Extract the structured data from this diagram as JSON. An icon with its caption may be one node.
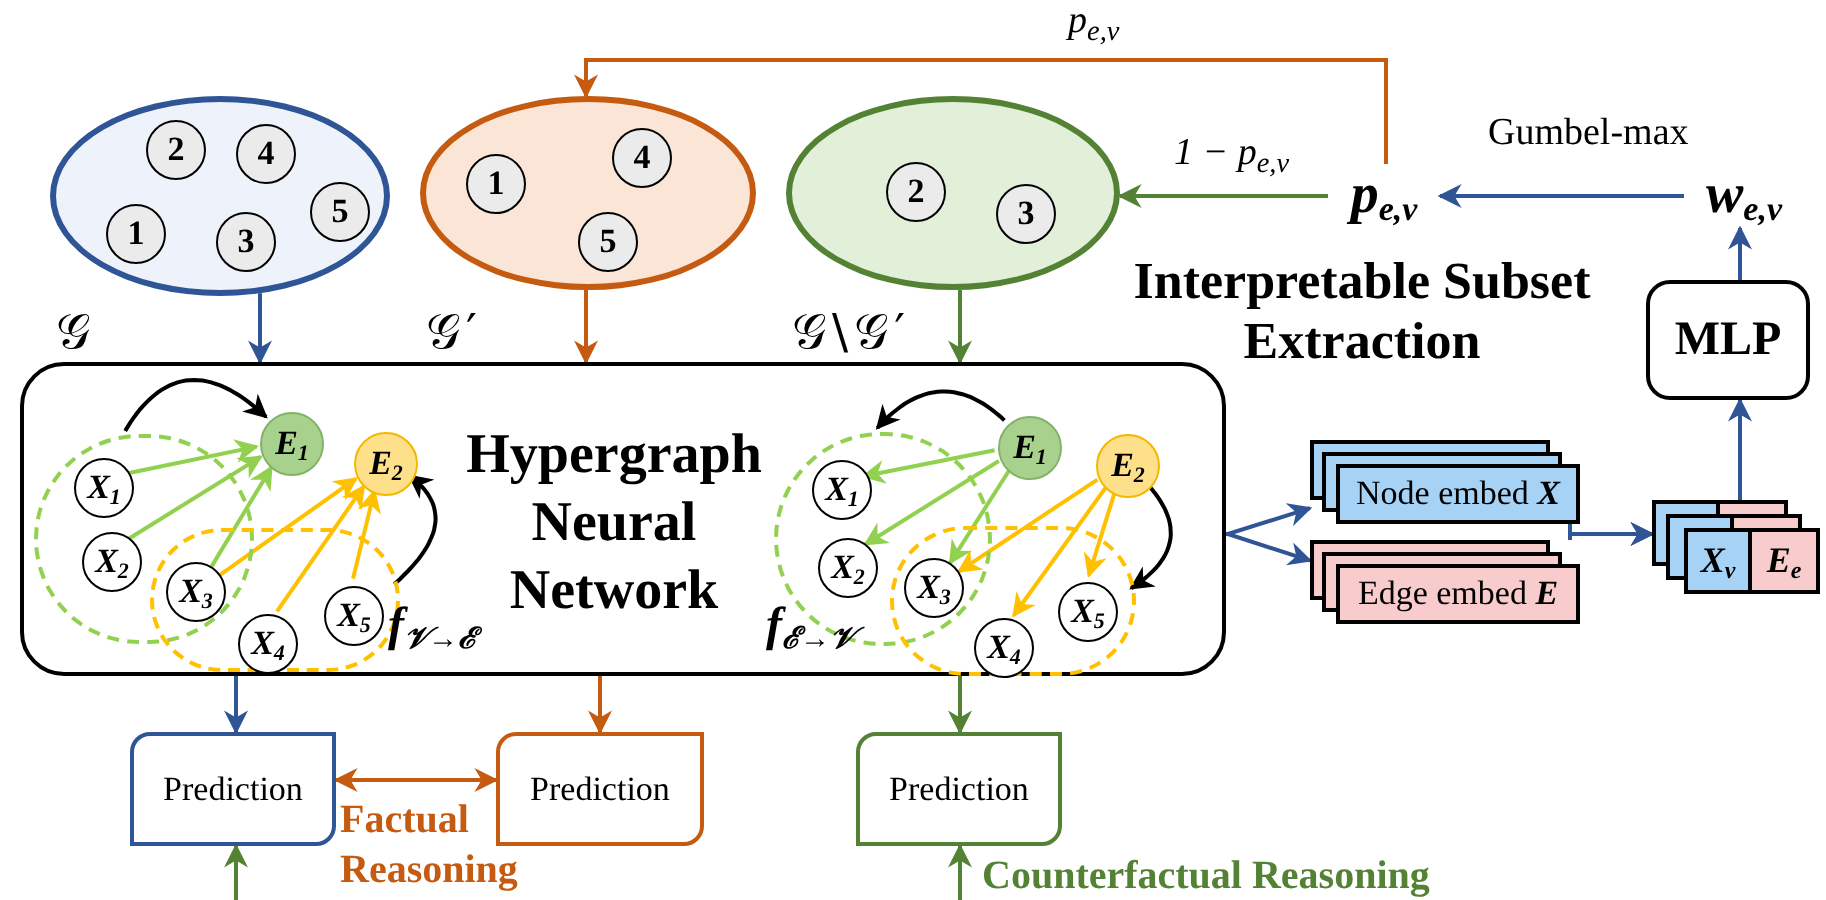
{
  "diagram": {
    "nodes": [
      {
        "text": [
          "𝒢"
        ]
      },
      {
        "text": [
          "2"
        ],
        "in": 0
      },
      {
        "text": [
          "4"
        ],
        "in": 0
      },
      {
        "text": [
          "1"
        ],
        "in": 0
      },
      {
        "text": [
          "3"
        ],
        "in": 0
      },
      {
        "text": [
          "5"
        ],
        "in": 0
      },
      {
        "text": [
          "𝒢′"
        ]
      },
      {
        "text": [
          "1"
        ],
        "in": 6
      },
      {
        "text": [
          "4"
        ],
        "in": 6
      },
      {
        "text": [
          "5"
        ],
        "in": 6
      },
      {
        "text": [
          "𝒢\\𝒢′"
        ]
      },
      {
        "text": [
          "2"
        ],
        "in": 10
      },
      {
        "text": [
          "3"
        ],
        "in": 10
      },
      {
        "text": [
          "p$_{e,v}$"
        ]
      },
      {
        "text": [
          "w$_{e,v}$"
        ]
      },
      {
        "text": [
          "MLP"
        ]
      },
      {
        "text": [
          "Hypergraph Neural Network"
        ]
      },
      {
        "text": [],
        "shape": "ellipse",
        "in": 16
      },
      {
        "text": [],
        "shape": "ellipse",
        "in": 16
      },
      {
        "text": [
          "X$_{1}$"
        ],
        "in": 17
      },
      {
        "text": [
          "X$_{2}$"
        ],
        "in": 17
      },
      {
        "text": [
          "X$_{3}$"
        ]
      },
      {
        "text": [
          "X$_{4}$"
        ],
        "in": 18
      },
      {
        "text": [
          "X$_{5}$"
        ],
        "in": 18
      },
      {
        "text": [
          "E$_{1}$"
        ],
        "in": 16
      },
      {
        "text": [
          "E$_{2}$"
        ],
        "in": 16
      },
      {
        "text": [],
        "shape": "ellipse",
        "in": 16
      },
      {
        "text": [],
        "shape": "ellipse",
        "in": 16
      },
      {
        "text": [
          "X$_{1}$"
        ],
        "in": 26
      },
      {
        "text": [
          "X$_{2}$"
        ],
        "in": 26
      },
      {
        "text": [
          "X$_{3}$"
        ]
      },
      {
        "text": [
          "X$_{4}$"
        ],
        "in": 27
      },
      {
        "text": [
          "X$_{5}$"
        ],
        "in": 27
      },
      {
        "text": [
          "E$_{1}$"
        ],
        "in": 16
      },
      {
        "text": [
          "E$_{2}$"
        ],
        "in": 16
      },
      {
        "text": [
          "Node embed **X**"
        ]
      },
      {
        "text": [
          "Edge embed **E**"
        ]
      },
      {
        "text": [
          "X$_{v}$",
          "E$_{e}$"
        ]
      },
      {
        "text": [
          "Prediction"
        ]
      },
      {
        "text": [
          "Prediction"
        ]
      },
      {
        "text": [
          "Prediction"
        ]
      }
    ],
    "edges": [
      {
        "from": 0,
        "to": 16,
        "arrow": "to",
        "color": "#2f5597"
      },
      {
        "from": 6,
        "to": 16,
        "arrow": "to",
        "color": "#c55a11"
      },
      {
        "from": 10,
        "to": 16,
        "arrow": "to",
        "color": "#548235"
      },
      {
        "from": 16,
        "to": 38,
        "arrow": "to",
        "color": "#2f5597"
      },
      {
        "from": 16,
        "to": 39,
        "arrow": "to",
        "color": "#c55a11"
      },
      {
        "from": 16,
        "to": 40,
        "arrow": "to",
        "color": "#548235"
      },
      {
        "from": 13,
        "to": 6,
        "arrow": "to",
        "label": "p$_{e,v}$",
        "color": "#c55a11"
      },
      {
        "from": 13,
        "to": 10,
        "arrow": "to",
        "label": "1 − p$_{e,v}$",
        "color": "#548235"
      },
      {
        "from": 14,
        "to": 13,
        "arrow": "to",
        "label": "Gumbel-max",
        "color": "#2f5597"
      },
      {
        "from": 15,
        "to": 14,
        "arrow": "to",
        "color": "#2f5597"
      },
      {
        "from": 16,
        "to": 35,
        "arrow": "to",
        "color": "#2f5597"
      },
      {
        "from": 16,
        "to": 36,
        "arrow": "to",
        "color": "#2f5597"
      },
      {
        "from": 35,
        "to": 37,
        "arrow": "to",
        "color": "#2f5597"
      },
      {
        "from": 36,
        "to": 37,
        "arrow": "to",
        "color": "#2f5597"
      },
      {
        "from": 37,
        "to": 15,
        "arrow": "to",
        "color": "#2f5597"
      },
      {
        "from": 38,
        "to": 39,
        "arrow": "both",
        "color": "#c55a11"
      },
      {
        "from": null,
        "to": 38,
        "arrow": "to",
        "color": "#548235"
      },
      {
        "from": null,
        "to": 40,
        "arrow": "to",
        "color": "#548235"
      },
      {
        "from": 19,
        "to": 24,
        "arrow": "to",
        "color": "#92d050"
      },
      {
        "from": 20,
        "to": 24,
        "arrow": "to",
        "color": "#92d050"
      },
      {
        "from": 21,
        "to": 24,
        "arrow": "to",
        "color": "#92d050"
      },
      {
        "from": 21,
        "to": 25,
        "arrow": "to",
        "color": "#ffc000"
      },
      {
        "from": 22,
        "to": 25,
        "arrow": "to",
        "color": "#ffc000"
      },
      {
        "from": 23,
        "to": 25,
        "arrow": "to",
        "color": "#ffc000"
      },
      {
        "from": 17,
        "to": 24,
        "arrow": "to",
        "color": "#000000"
      },
      {
        "from": 18,
        "to": 25,
        "arrow": "to",
        "color": "#000000"
      },
      {
        "from": 33,
        "to": 28,
        "arrow": "to",
        "color": "#92d050"
      },
      {
        "from": 33,
        "to": 29,
        "arrow": "to",
        "color": "#92d050"
      },
      {
        "from": 33,
        "to": 30,
        "arrow": "to",
        "color": "#92d050"
      },
      {
        "from": 34,
        "to": 30,
        "arrow": "to",
        "color": "#ffc000"
      },
      {
        "from": 34,
        "to": 31,
        "arrow": "to",
        "color": "#ffc000"
      },
      {
        "from": 34,
        "to": 32,
        "arrow": "to",
        "color": "#ffc000"
      },
      {
        "from": 33,
        "to": 26,
        "arrow": "to",
        "color": "#000000"
      },
      {
        "from": 34,
        "to": 27,
        "arrow": "to",
        "color": "#000000"
      }
    ],
    "labels": [
      "Interpretable Subset Extraction",
      "f$_{𝒱→ℰ}$",
      "f$_{ℰ→𝒱}$",
      "Factual Reasoning",
      "Counterfactual Reasoning"
    ]
  }
}
